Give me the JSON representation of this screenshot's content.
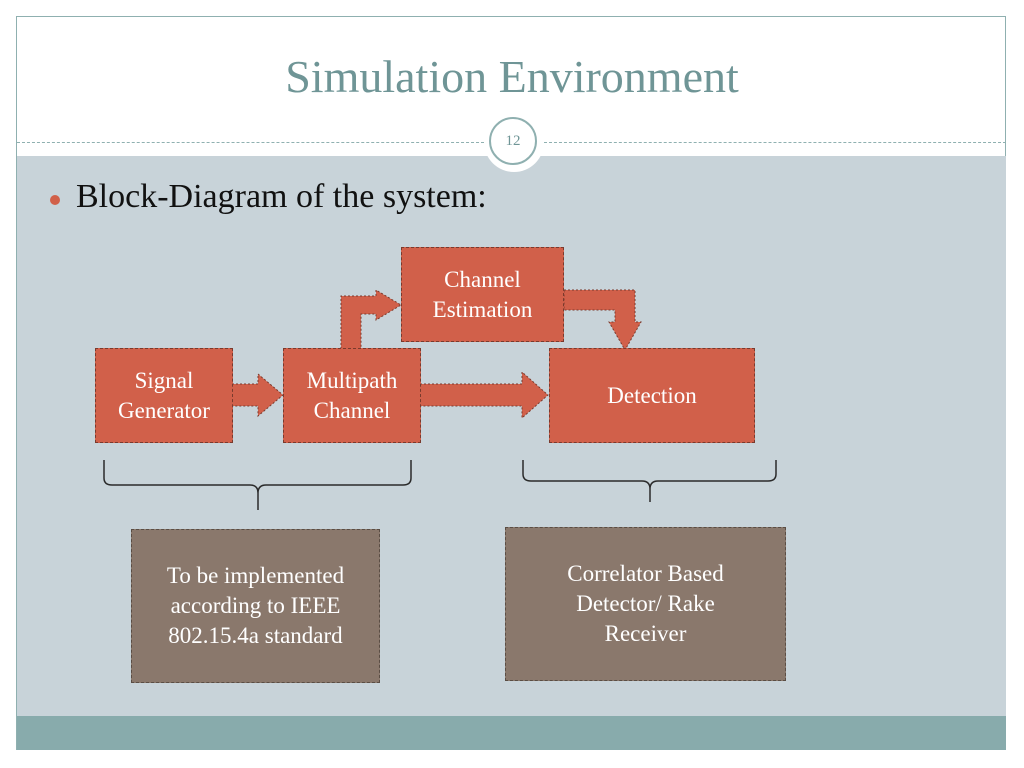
{
  "slide": {
    "title": "Simulation Environment",
    "page_number": "12",
    "bullet": "Block-Diagram of the system:"
  },
  "diagram": {
    "blocks": {
      "signal_generator": "Signal\nGenerator",
      "multipath_channel": "Multipath\nChannel",
      "channel_estimation": "Channel\nEstimation",
      "detection": "Detection"
    },
    "notes": {
      "ieee_note": "To be implemented according to IEEE 802.15.4a standard",
      "rake_note": "Correlator Based Detector/ Rake Receiver"
    }
  },
  "colors": {
    "title": "#6f9596",
    "block_fill": "#d1604a",
    "note_fill": "#8a786c",
    "content_bg": "#c8d3d9",
    "footer_bar": "#88abac"
  }
}
